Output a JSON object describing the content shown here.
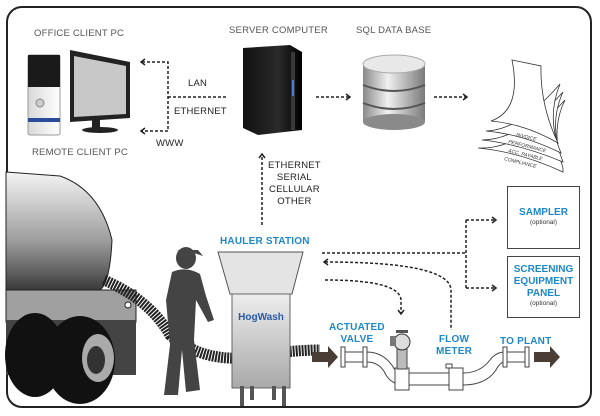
{
  "diagram": {
    "nodes": {
      "office_client": "OFFICE CLIENT PC",
      "remote_client": "REMOTE CLIENT PC",
      "server": "SERVER COMPUTER",
      "database": "SQL DATA BASE",
      "hauler_station": "HAULER STATION",
      "sampler": {
        "title": "SAMPLER",
        "note": "(optional)"
      },
      "screening": {
        "title_lines": [
          "SCREENING",
          "EQUIPMENT",
          "PANEL"
        ],
        "note": "(optional)"
      },
      "actuated_valve": [
        "ACTUATED",
        "VALVE"
      ],
      "flow_meter": [
        "FLOW",
        "METER"
      ],
      "to_plant": "TO PLANT",
      "brand": "HogWash"
    },
    "connections": {
      "lan": "LAN",
      "ethernet": "ETHERNET",
      "www": "WWW",
      "station_link": [
        "ETHERNET",
        "SERIAL",
        "CELLULAR",
        "OTHER"
      ]
    },
    "reports": [
      "INVOICE",
      "PERFORMANCE",
      "ACC. PAYABLE",
      "COMPLIANCE"
    ],
    "colors": {
      "accent": "#1e88c8",
      "arrow": "#4a3d36",
      "line": "#222222"
    }
  }
}
